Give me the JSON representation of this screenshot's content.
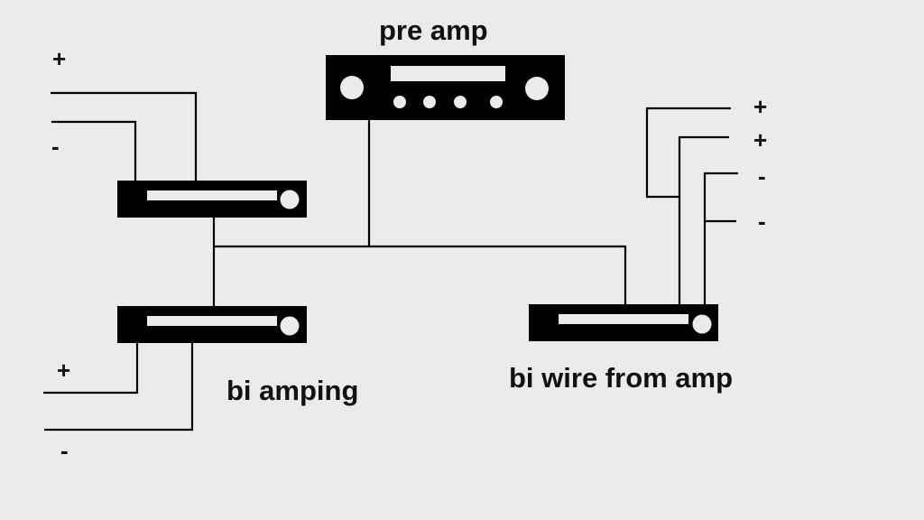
{
  "labels": {
    "pre_amp": "pre amp",
    "bi_amping": "bi amping",
    "bi_wire": "bi wire from amp"
  },
  "polarity": {
    "left_top_plus": "+",
    "left_top_minus": "-",
    "left_bottom_plus": "+",
    "left_bottom_minus": "-",
    "right_plus_1": "+",
    "right_plus_2": "+",
    "right_minus_1": "-",
    "right_minus_2": "-"
  },
  "colors": {
    "background": "#ebebeb",
    "device": "#000000",
    "device_detail": "#ebebeb"
  }
}
